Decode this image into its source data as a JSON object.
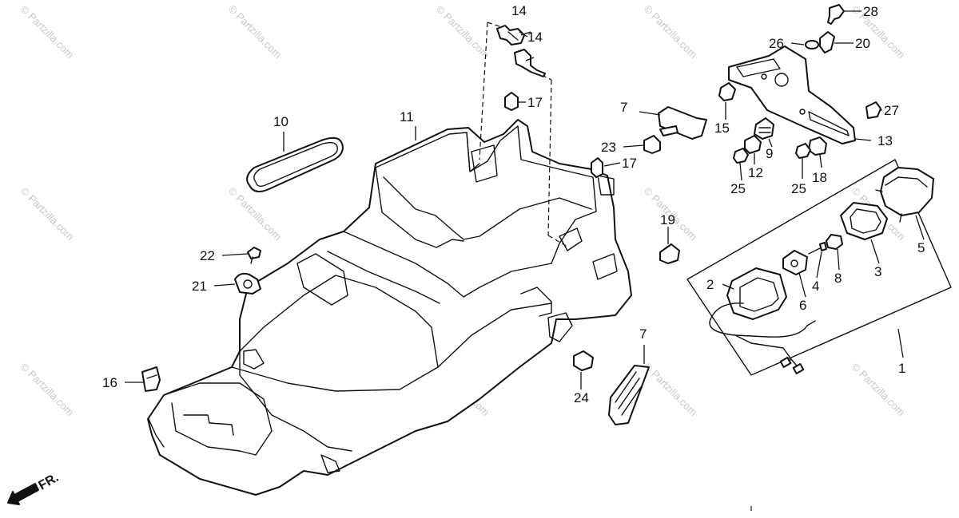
{
  "watermark": "© Partzilla.com",
  "front_label": "FR.",
  "callouts": {
    "c1": "1",
    "c2": "2",
    "c3": "3",
    "c4": "4",
    "c5": "5",
    "c6": "6",
    "c7a": "7",
    "c7b": "7",
    "c8": "8",
    "c9": "9",
    "c10": "10",
    "c11": "11",
    "c12": "12",
    "c13": "13",
    "c14a": "14",
    "c14b": "14",
    "c15": "15",
    "c16": "16",
    "c17a": "17",
    "c17b": "17",
    "c18": "18",
    "c19": "19",
    "c20": "20",
    "c21": "21",
    "c22": "22",
    "c23": "23",
    "c24": "24",
    "c25a": "25",
    "c25b": "25",
    "c26": "26",
    "c27": "27",
    "c28": "28"
  }
}
